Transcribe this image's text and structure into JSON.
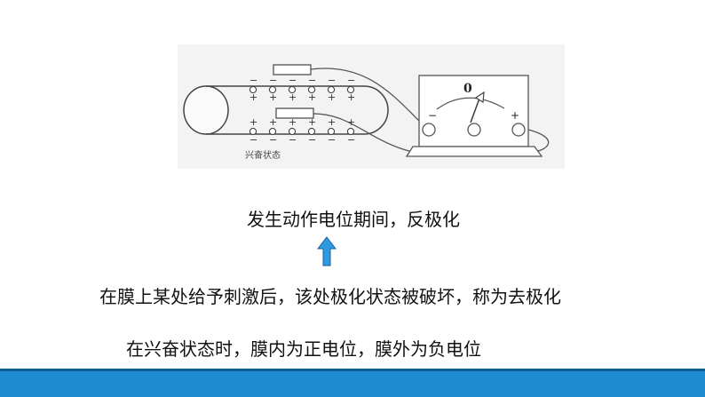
{
  "diagram": {
    "state_label": "兴奋状态",
    "meter_zero_label": "0",
    "meter_minus_label": "−",
    "meter_plus_label": "+",
    "top_row_signs": [
      "−",
      "−",
      "−",
      "−",
      "−",
      "−"
    ],
    "upper_plus_row": [
      "+",
      "+",
      "+",
      "+",
      "+",
      "+"
    ],
    "lower_plus_row": [
      "+",
      "+",
      "+",
      "+",
      "+",
      "+"
    ],
    "bottom_row_signs": [
      "−",
      "−",
      "−",
      "−",
      "−",
      "−"
    ]
  },
  "captions": {
    "line1": "发生动作电位期间，反极化",
    "line2": "在膜上某处给予刺激后，该处极化状态被破坏，称为去极化",
    "line3": "在兴奋状态时，膜内为正电位，膜外为负电位"
  },
  "colors": {
    "arrow_fill": "#2e9ae0",
    "arrow_stroke": "#1a5f9a",
    "footer": "#1e8ad0"
  }
}
